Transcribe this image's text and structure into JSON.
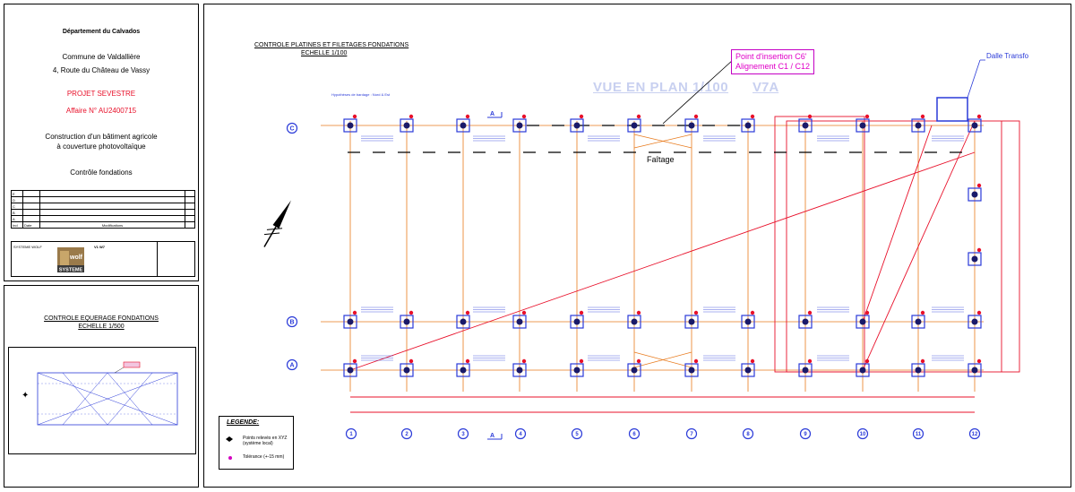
{
  "title_block": {
    "department": "Département du Calvados",
    "commune": "Commune de Valdallière",
    "address": "4, Route du Château de Vassy",
    "project": "PROJET SEVESTRE",
    "affaire": "Affaire N° AU2400715",
    "description_line1": "Construction d'un bâtiment agricole",
    "description_line2": "à couverture photovoltaïque",
    "document": "Contrôle fondations",
    "revisions": [
      {
        "ind": "E",
        "date": "",
        "modif": ""
      },
      {
        "ind": "D",
        "date": "",
        "modif": ""
      },
      {
        "ind": "C",
        "date": "",
        "modif": ""
      },
      {
        "ind": "B",
        "date": "",
        "modif": ""
      },
      {
        "ind": "A",
        "date": "",
        "modif": ""
      }
    ],
    "rev_header": {
      "ind": "Ind",
      "date": "Date",
      "modif": "Modifications"
    },
    "company_left": "SYSTEME WOLF",
    "company_logo": "SYSTEME",
    "company_logo_top": "wolf",
    "stamp": "V1 W7"
  },
  "secondary_view": {
    "title": "CONTROLE EQUERAGE FONDATIONS",
    "scale": "ECHELLE 1/500"
  },
  "main_view": {
    "title": "CONTROLE PLATINES ET FILETAGES FONDATIONS",
    "scale": "ECHELLE 1/100",
    "plan_label": "VUE EN PLAN 1/100",
    "plan_code": "V7A",
    "hypothesis": "Hypothèses de bardage : Nord & Est",
    "faitage": "Faîtage",
    "section_marker": "A",
    "callout_line1": "Point d'insertion C6'",
    "callout_line2": "Alignement C1 / C12",
    "dalle": "Dalle Transfo",
    "rows": [
      "C",
      "B",
      "A"
    ],
    "columns": [
      "1",
      "2",
      "3",
      "4",
      "5",
      "6",
      "7",
      "8",
      "9",
      "10",
      "11",
      "12"
    ]
  },
  "legend": {
    "title": "LEGENDE:",
    "item1_line1": "Points relevés en XYZ",
    "item1_line2": "(système local)",
    "item2": "Tolérance (+-15 mm)"
  },
  "colors": {
    "grid": "#e87a1c",
    "accent_blue": "#2a3ad8",
    "red": "#e8102a",
    "magenta": "#d400c0"
  }
}
